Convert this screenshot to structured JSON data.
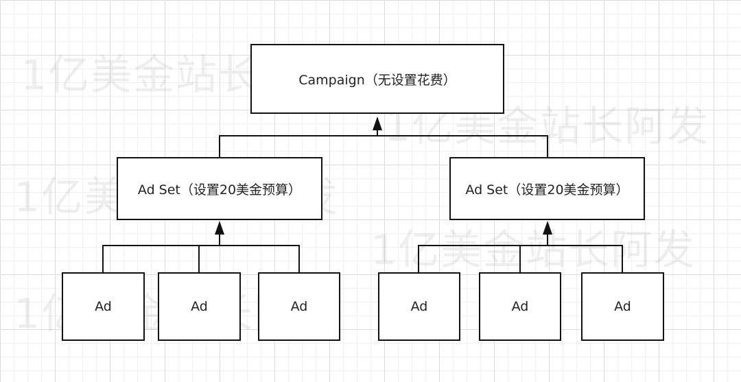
{
  "watermark_text": "1亿美金站长阿发",
  "nodes": {
    "campaign": "Campaign（无设置花费）",
    "adset_left": "Ad Set（设置20美金预算）",
    "adset_right": "Ad Set（设置20美金预算）",
    "ad_left_1": "Ad",
    "ad_left_2": "Ad",
    "ad_left_3": "Ad",
    "ad_right_1": "Ad",
    "ad_right_2": "Ad",
    "ad_right_3": "Ad"
  },
  "colors": {
    "stroke": "#111111",
    "text": "#222222",
    "grid": "#dcdcdc",
    "watermark": "rgba(0,0,0,0.065)"
  }
}
